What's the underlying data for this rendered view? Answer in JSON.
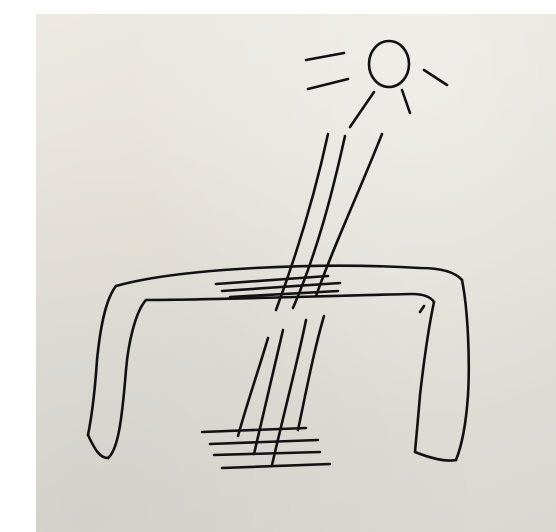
{
  "image": {
    "kind": "photo of a hand-drawn pen sketch on paper",
    "subject_elements": [
      "sun",
      "light-rays",
      "table",
      "light-patch-on-tabletop",
      "light-patch-on-floor"
    ],
    "colors": {
      "ink": "#111111",
      "paper": "#e4e1da",
      "background": "#ffffff"
    }
  }
}
